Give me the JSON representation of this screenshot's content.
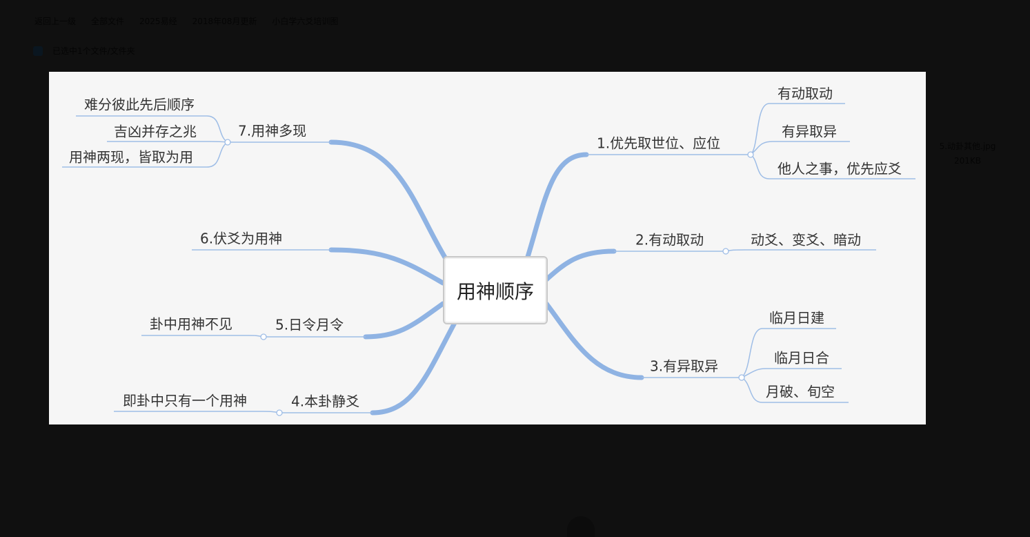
{
  "breadcrumb": [
    "返回上一级",
    "全部文件",
    "2025易经",
    "2018年08月更新",
    "小白学六爻培训图"
  ],
  "selection_text": "已选中1个文件/文件夹",
  "side_file": {
    "name": "5.动卦其他.jpg",
    "size": "201KB"
  },
  "mindmap": {
    "center": "用神顺序",
    "branches": [
      {
        "label": "1.优先取世位、应位",
        "children": [
          "有动取动",
          "有异取异",
          "他人之事，优先应爻"
        ]
      },
      {
        "label": "2.有动取动",
        "children": [
          "动爻、变爻、暗动"
        ]
      },
      {
        "label": "3.有异取异",
        "children": [
          "临月日建",
          "临月日合",
          "月破、旬空"
        ]
      },
      {
        "label": "4.本卦静爻",
        "children": [
          "即卦中只有一个用神"
        ]
      },
      {
        "label": "5.日令月令",
        "children": [
          "卦中用神不见"
        ]
      },
      {
        "label": "6.伏爻为用神",
        "children": []
      },
      {
        "label": "7.用神多现",
        "children": [
          "难分彼此先后顺序",
          "吉凶并存之兆",
          "用神两现，皆取为用"
        ]
      }
    ]
  },
  "colors": {
    "branch": "#8fb3e3",
    "background": "#101010",
    "canvas": "#f6f6f6"
  }
}
